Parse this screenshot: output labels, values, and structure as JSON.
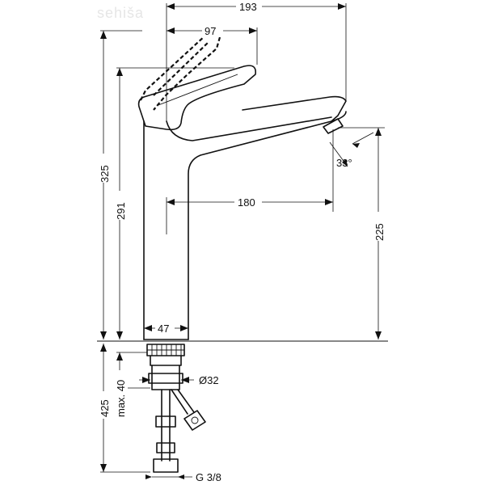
{
  "watermark": "sehiša",
  "dimensions": {
    "top_width": "193",
    "handle_swing": "97",
    "spout_reach": "180",
    "total_height": "325",
    "handle_height": "291",
    "spout_height": "225",
    "body_width": "47",
    "install_height": "425",
    "max_thickness": "max. 40",
    "shank_diameter": "Ø32",
    "thread": "G 3/8",
    "spout_angle": "33°"
  }
}
